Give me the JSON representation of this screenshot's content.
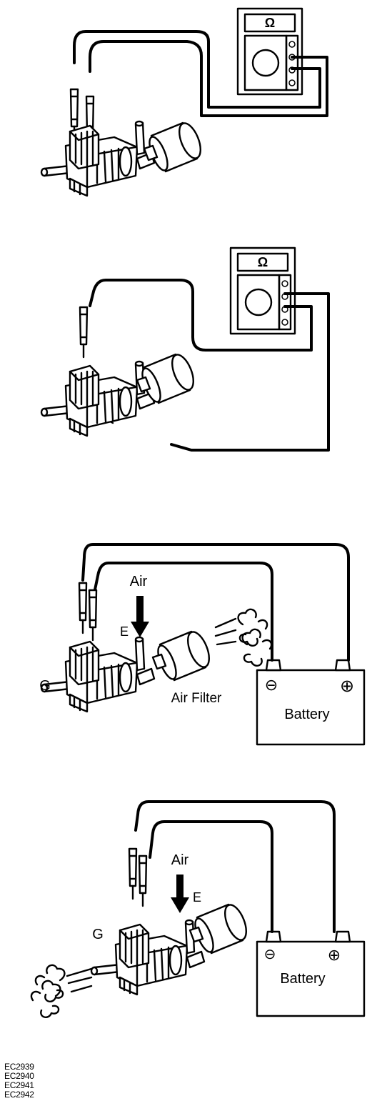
{
  "figures": [
    {
      "id": "fig1",
      "meter_symbol": "Ω"
    },
    {
      "id": "fig2",
      "meter_symbol": "Ω"
    },
    {
      "id": "fig3",
      "air_label": "Air",
      "port_e": "E",
      "port_g": "G",
      "filter_label": "Air Filter",
      "battery_label": "Battery",
      "neg_terminal": "⊖",
      "pos_terminal": "⊕"
    },
    {
      "id": "fig4",
      "air_label": "Air",
      "port_e": "E",
      "port_g": "G",
      "battery_label": "Battery",
      "neg_terminal": "⊖",
      "pos_terminal": "⊕"
    }
  ],
  "figure_codes": [
    "EC2939",
    "EC2940",
    "EC2941",
    "EC2942"
  ]
}
